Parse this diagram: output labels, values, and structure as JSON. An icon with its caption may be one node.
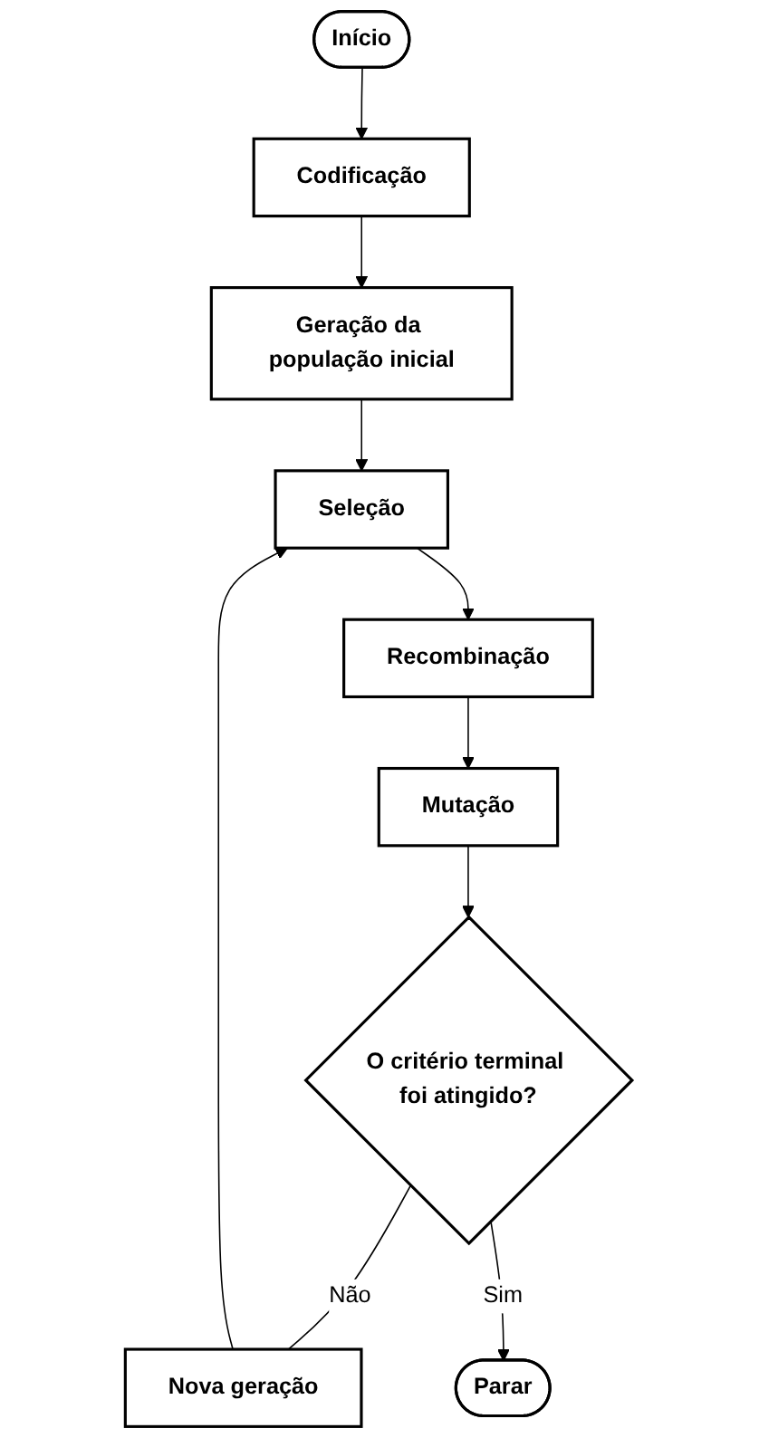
{
  "diagram": {
    "nodes": [
      {
        "text": [
          "Início"
        ]
      },
      {
        "text": [
          "Codificação"
        ]
      },
      {
        "text": [
          "Geração da população inicial"
        ]
      },
      {
        "text": [
          "Seleção"
        ]
      },
      {
        "text": [
          "Recombinação"
        ]
      },
      {
        "text": [
          "Mutação"
        ]
      },
      {
        "text": [
          "O critério terminal foi atingido?"
        ]
      },
      {
        "text": [
          "Nova geração"
        ]
      },
      {
        "text": [
          "Parar"
        ]
      }
    ],
    "edges": [
      {
        "from": 0,
        "to": 1,
        "arrow": "to"
      },
      {
        "from": 1,
        "to": 2,
        "arrow": "to"
      },
      {
        "from": 2,
        "to": 3,
        "arrow": "to"
      },
      {
        "from": 3,
        "to": 4,
        "arrow": "to"
      },
      {
        "from": 4,
        "to": 5,
        "arrow": "to"
      },
      {
        "from": 5,
        "to": 6,
        "arrow": "to"
      },
      {
        "from": 6,
        "to": 7,
        "label": "Não",
        "arrow": "none"
      },
      {
        "from": 7,
        "to": 3,
        "arrow": "to"
      },
      {
        "from": 6,
        "to": 8,
        "label": "Sim",
        "arrow": "to"
      }
    ]
  }
}
